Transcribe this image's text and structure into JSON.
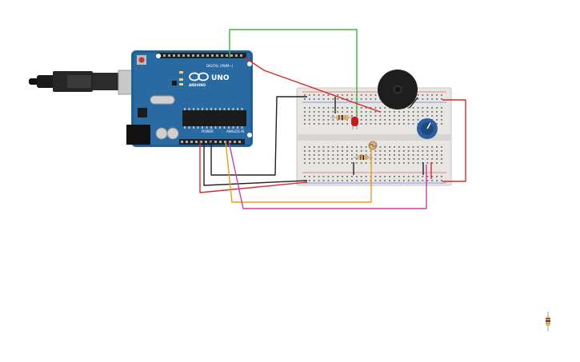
{
  "board": {
    "logo_text": "UNO",
    "brand_text": "ARDUINO",
    "digital_label": "DIGITAL (PWM~)",
    "power_label": "POWER",
    "analog_label": "ANALOG IN"
  },
  "colors": {
    "board": "#2a6aa3",
    "board_dark": "#1c4e7a",
    "breadboard": "#e8e6e3",
    "wire_red": "#d62a2a",
    "wire_black": "#222222",
    "wire_green": "#3bb34a",
    "wire_orange": "#e89a1c",
    "wire_magenta": "#c23fa6",
    "led": "#c41c1c",
    "buzzer": "#1e1e1e",
    "pot": "#2d5f9e"
  },
  "components": [
    "usb-cable",
    "arduino-uno",
    "breadboard",
    "piezo-buzzer",
    "red-led",
    "resistor",
    "photoresistor",
    "potentiometer",
    "spare-resistor"
  ]
}
